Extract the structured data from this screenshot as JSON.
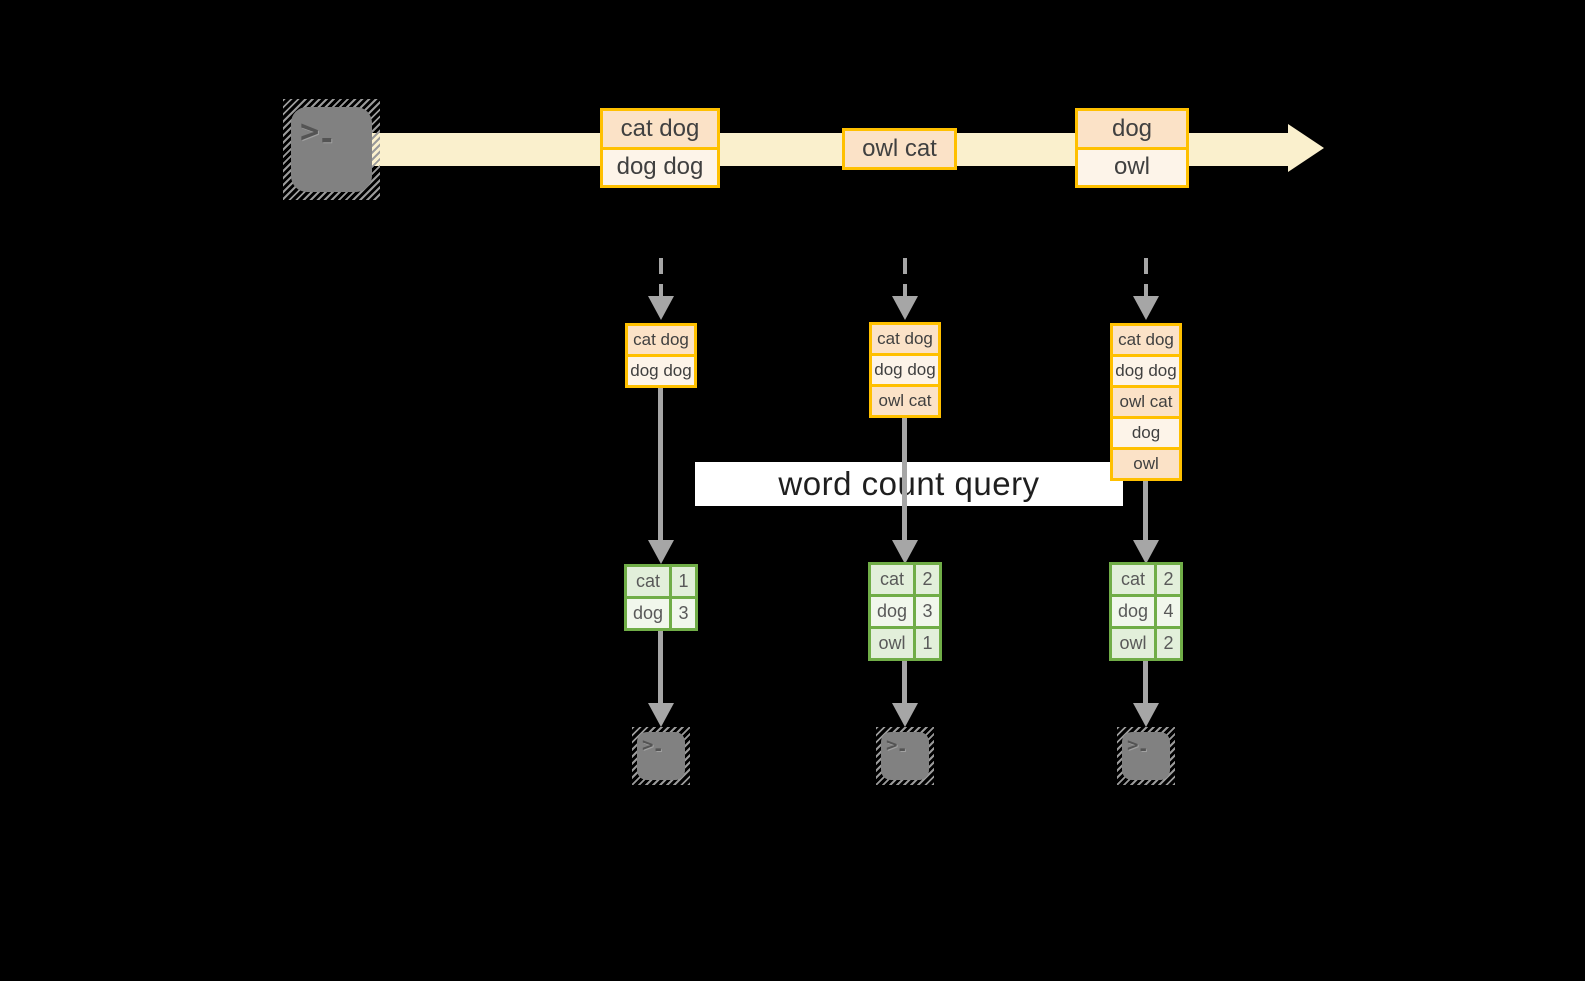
{
  "banner": {
    "label": "word count query"
  },
  "terminal": {
    "prompt": ">",
    "cursor": "▬"
  },
  "stream": {
    "events": [
      {
        "lines": [
          "cat dog",
          "dog dog"
        ]
      },
      {
        "lines": [
          "owl cat"
        ]
      },
      {
        "lines": [
          "dog",
          "owl"
        ]
      }
    ]
  },
  "columns": [
    {
      "buffer": [
        "cat dog",
        "dog dog"
      ],
      "counts": [
        {
          "word": "cat",
          "count": "1"
        },
        {
          "word": "dog",
          "count": "3"
        }
      ]
    },
    {
      "buffer": [
        "cat dog",
        "dog dog",
        "owl cat"
      ],
      "counts": [
        {
          "word": "cat",
          "count": "2"
        },
        {
          "word": "dog",
          "count": "3"
        },
        {
          "word": "owl",
          "count": "1"
        }
      ]
    },
    {
      "buffer": [
        "cat dog",
        "dog dog",
        "owl cat",
        "dog",
        "owl"
      ],
      "counts": [
        {
          "word": "cat",
          "count": "2"
        },
        {
          "word": "dog",
          "count": "4"
        },
        {
          "word": "owl",
          "count": "2"
        }
      ]
    }
  ],
  "colors": {
    "canvasBg": "#000000",
    "orange": "#FFC000",
    "peach": "#FBE2C7",
    "cream": "#FDF4E9",
    "streamFill": "#FAF0CD",
    "green": "#70AD47",
    "greenA": "#E2EFDA",
    "greenB": "#F1F7EC",
    "arrowGray": "#A6A6A6",
    "textDark": "#404040",
    "bannerText": "#1F1F1F",
    "termGray": "#818181",
    "hatchGray": "#9A9A9A"
  }
}
